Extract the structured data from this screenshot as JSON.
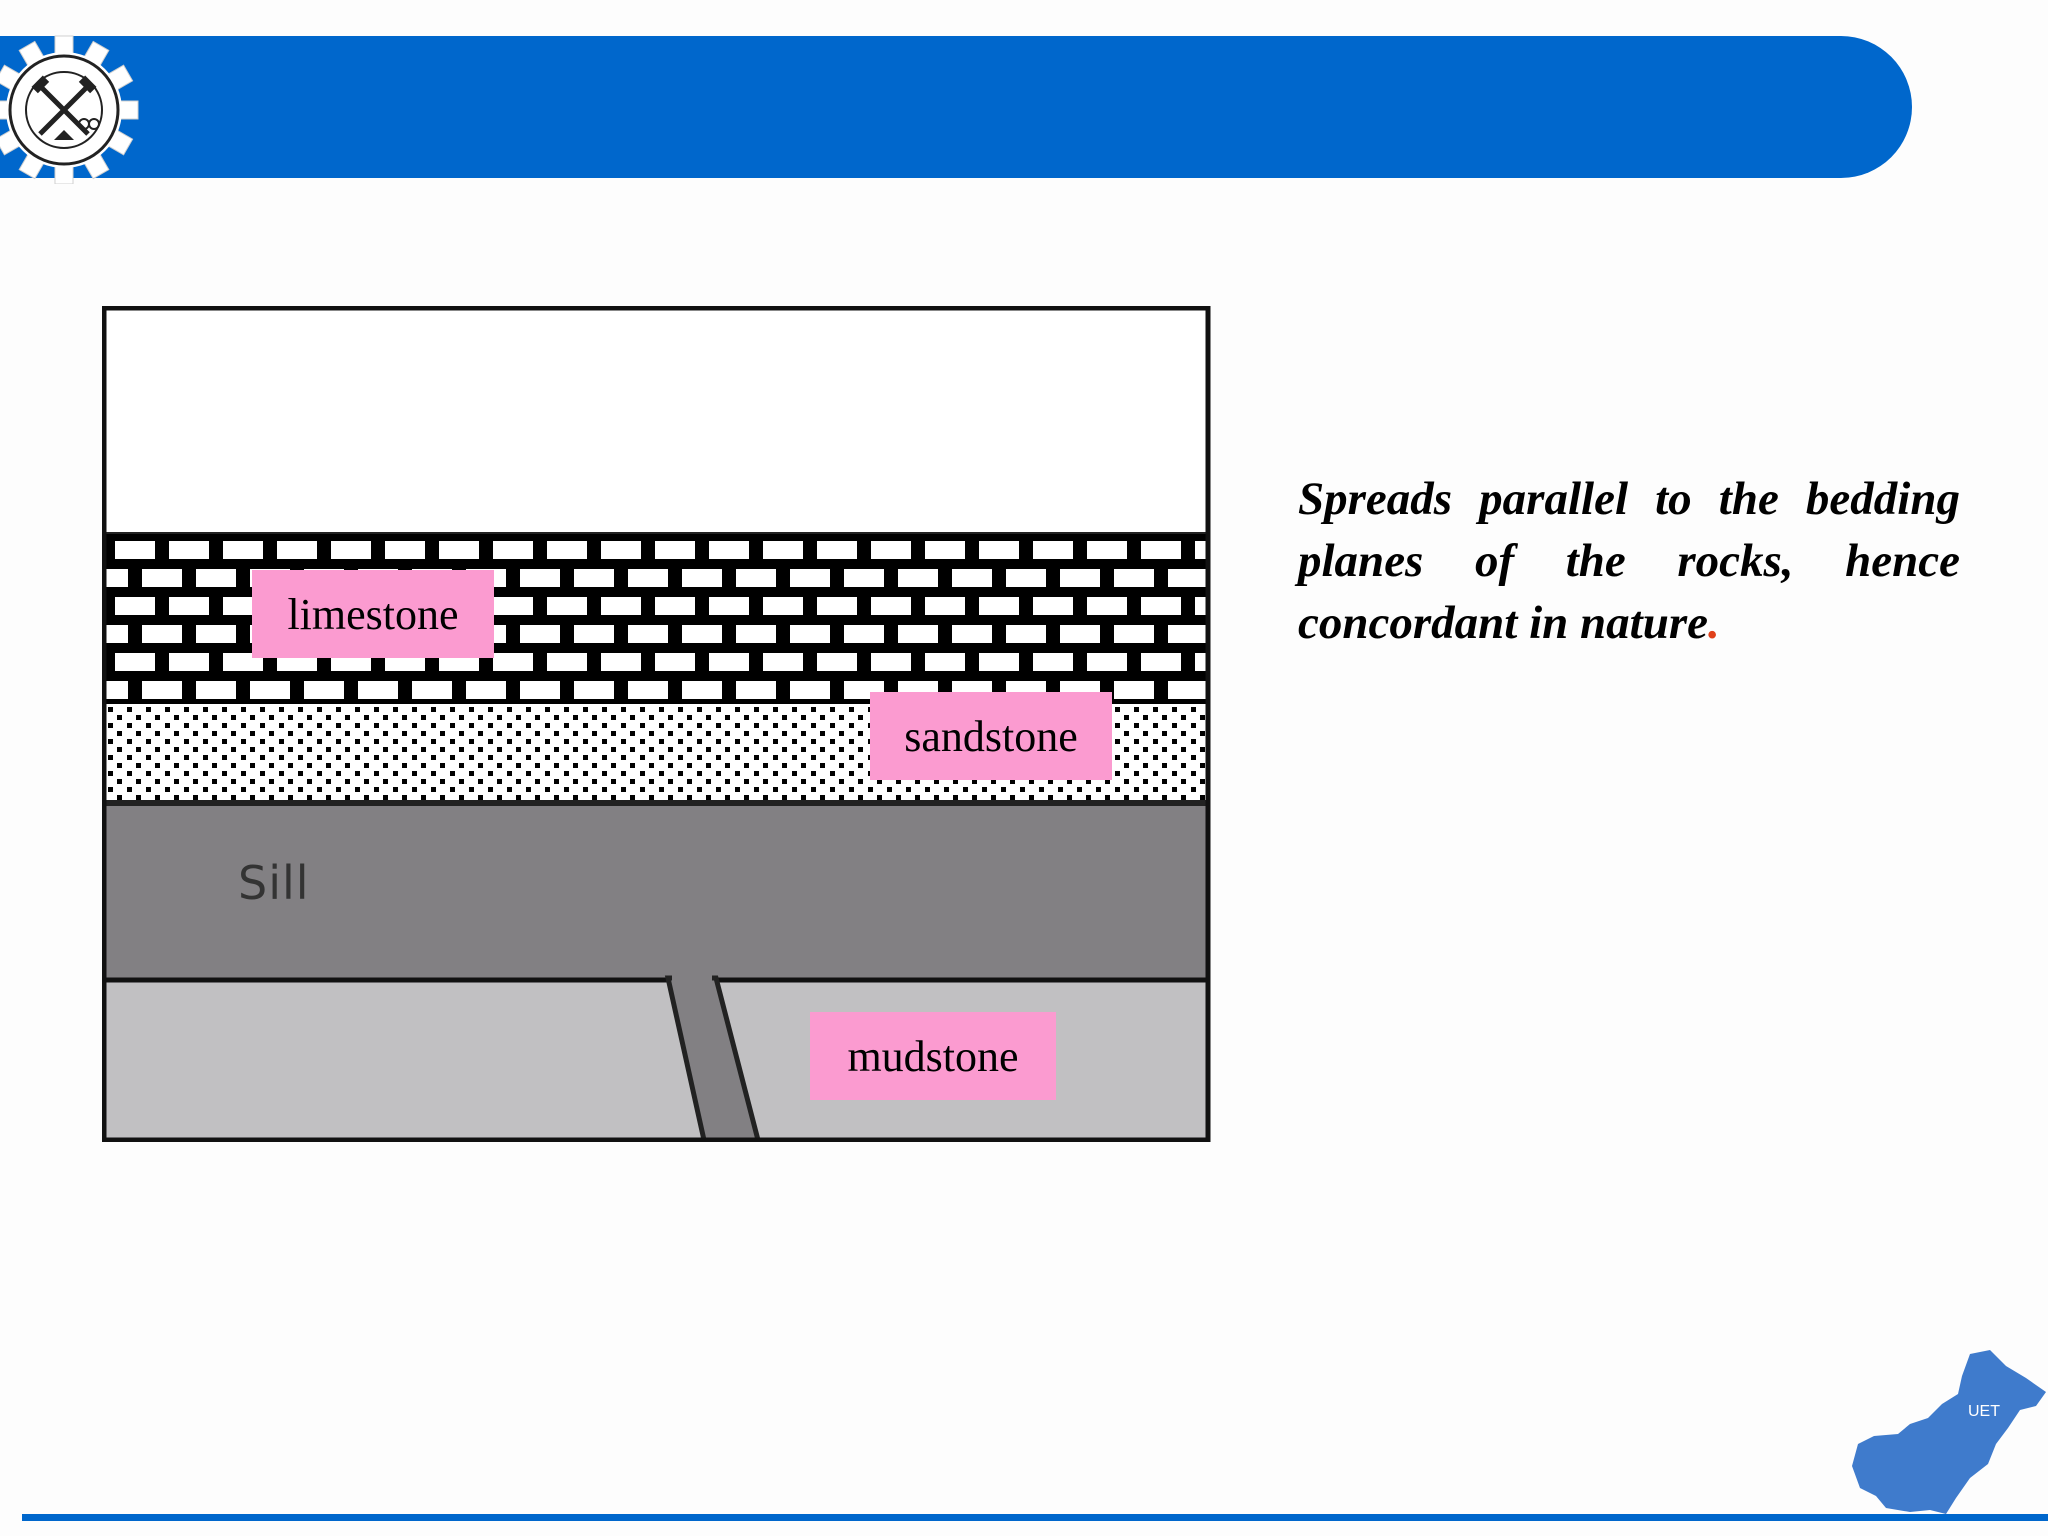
{
  "header": {
    "color": "#0067cc",
    "logo_icon": "gear-crossed-hammers-logo-icon"
  },
  "diagram": {
    "layers": {
      "limestone": "limestone",
      "sandstone": "sandstone",
      "sill": "Sill",
      "mudstone": "mudstone"
    },
    "colors": {
      "label_bg": "#fb9bd0",
      "sill": "#828083",
      "mudstone": "#c1c0c2"
    }
  },
  "description": {
    "text": "Spreads parallel to the bedding planes of the rocks, hence concordant in nature",
    "end_punct": "."
  },
  "footer": {
    "map_icon": "pakistan-map-icon",
    "map_label": "UET"
  }
}
